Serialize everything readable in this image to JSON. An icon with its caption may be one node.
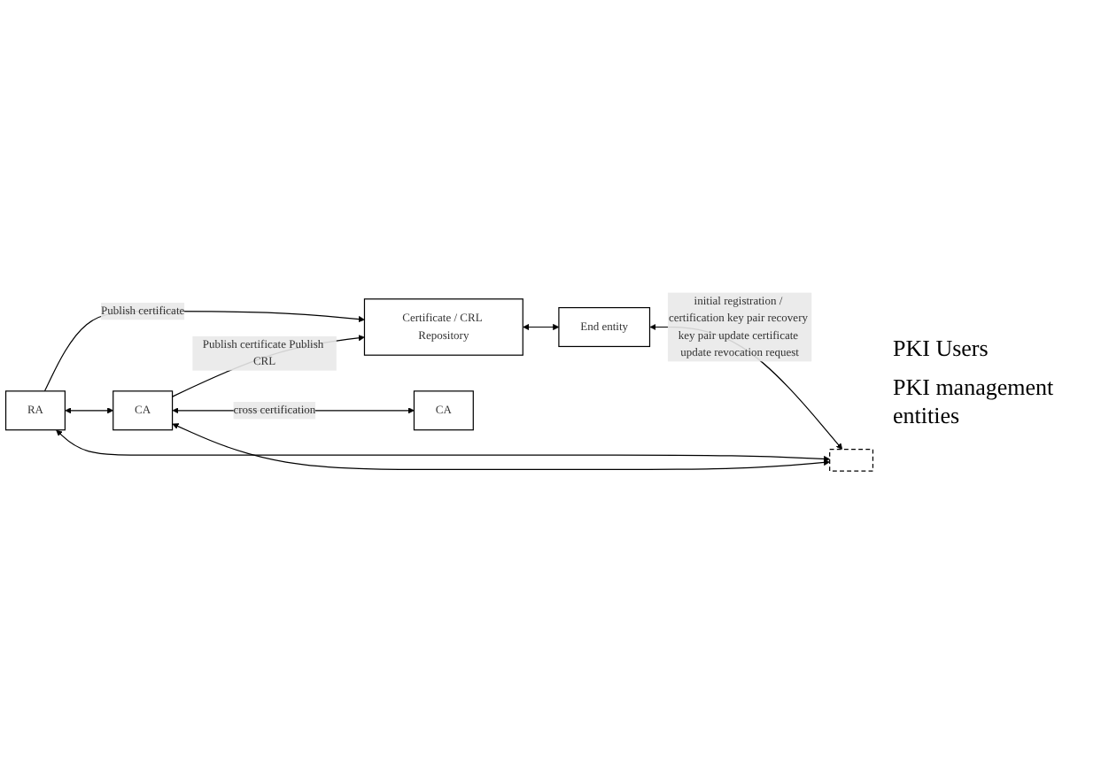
{
  "diagram": {
    "nodes": [
      {
        "text": [
          "Certificate / CRL Repository"
        ]
      },
      {
        "text": [
          "End entity"
        ]
      },
      {
        "text": [],
        "shape": "bar"
      },
      {
        "text": [
          "RA"
        ]
      },
      {
        "text": [
          "CA"
        ]
      },
      {
        "text": [
          "CA"
        ]
      }
    ],
    "edges": [
      {
        "from": 0,
        "to": 1,
        "arrow": "both"
      },
      {
        "from": 1,
        "to": 2,
        "arrow": "both",
        "label": "initial registration / certification key pair recovery key pair update certificate update revocation request"
      },
      {
        "from": 3,
        "to": 2,
        "arrow": "both"
      },
      {
        "from": 4,
        "to": 2,
        "arrow": "both"
      },
      {
        "from": 3,
        "to": 0,
        "arrow": "to",
        "label": "Publish certificate"
      },
      {
        "from": 4,
        "to": 0,
        "arrow": "to",
        "label": "Publish certificate Publish CRL"
      },
      {
        "from": 3,
        "to": 4,
        "arrow": "both"
      },
      {
        "from": 4,
        "to": 5,
        "arrow": "both",
        "label": "cross certification"
      }
    ],
    "labels": [
      "PKI Users",
      "PKI management entities"
    ]
  }
}
